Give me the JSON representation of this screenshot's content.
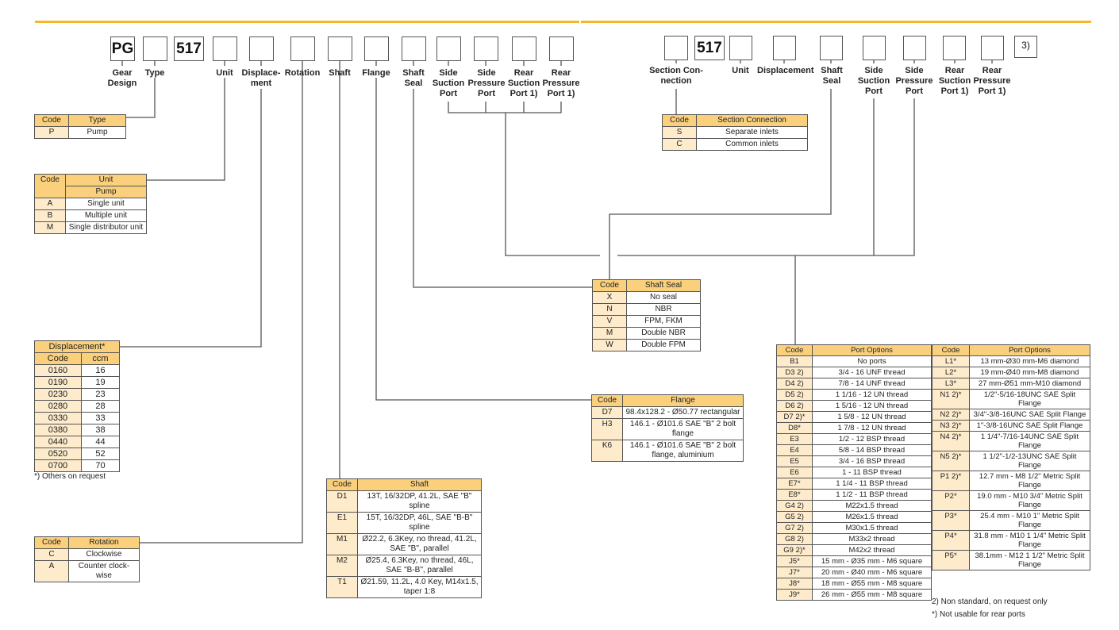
{
  "left_code": {
    "boxes": [
      "PG",
      "",
      "517",
      "",
      "",
      "",
      "",
      "",
      "",
      "",
      "",
      "",
      ""
    ],
    "labels": [
      {
        "id": "gear-design",
        "text": "Gear\nDesign"
      },
      {
        "id": "type",
        "text": "Type"
      },
      {
        "id": "unit",
        "text": "Unit"
      },
      {
        "id": "displacement",
        "text": "Displace-\nment"
      },
      {
        "id": "rotation",
        "text": "Rotation"
      },
      {
        "id": "shaft",
        "text": "Shaft"
      },
      {
        "id": "flange",
        "text": "Flange"
      },
      {
        "id": "shaft-seal",
        "text": "Shaft\nSeal"
      },
      {
        "id": "side-suction-port",
        "text": "Side\nSuction\nPort"
      },
      {
        "id": "side-pressure-port",
        "text": "Side\nPressure\nPort"
      },
      {
        "id": "rear-suction-port",
        "text": "Rear\nSuction\nPort 1)"
      },
      {
        "id": "rear-pressure-port",
        "text": "Rear\nPressure\nPort 1)"
      }
    ]
  },
  "right_code": {
    "boxes": [
      "",
      "517",
      "",
      "",
      "",
      "",
      "",
      "",
      "",
      "3)"
    ],
    "labels": [
      {
        "id": "section-connection",
        "text": "Section Con-\nnection"
      },
      {
        "id": "unit",
        "text": "Unit"
      },
      {
        "id": "displacement",
        "text": "Displacement"
      },
      {
        "id": "shaft-seal",
        "text": "Shaft\nSeal"
      },
      {
        "id": "side-suction-port",
        "text": "Side\nSuction\nPort"
      },
      {
        "id": "side-pressure-port",
        "text": "Side\nPressure\nPort"
      },
      {
        "id": "rear-suction-port",
        "text": "Rear\nSuction\nPort 1)"
      },
      {
        "id": "rear-pressure-port",
        "text": "Rear\nPressure\nPort 1)"
      }
    ]
  },
  "tables": {
    "type": {
      "headers": [
        "Code",
        "Type"
      ],
      "rows": [
        [
          "P",
          "Pump"
        ]
      ]
    },
    "unit": {
      "headers": [
        "Code",
        "Unit"
      ],
      "subheader": "Pump",
      "rows": [
        [
          "A",
          "Single unit"
        ],
        [
          "B",
          "Multiple unit"
        ],
        [
          "M",
          "Single distributor unit"
        ]
      ]
    },
    "displacement": {
      "title": "Displacement*",
      "headers": [
        "Code",
        "ccm"
      ],
      "rows": [
        [
          "0160",
          "16"
        ],
        [
          "0190",
          "19"
        ],
        [
          "0230",
          "23"
        ],
        [
          "0280",
          "28"
        ],
        [
          "0330",
          "33"
        ],
        [
          "0380",
          "38"
        ],
        [
          "0440",
          "44"
        ],
        [
          "0520",
          "52"
        ],
        [
          "0700",
          "70"
        ]
      ],
      "note": "*) Others on request"
    },
    "rotation": {
      "headers": [
        "Code",
        "Rotation"
      ],
      "rows": [
        [
          "C",
          "Clockwise"
        ],
        [
          "A",
          "Counter clock-wise"
        ]
      ]
    },
    "shaft": {
      "headers": [
        "Code",
        "Shaft"
      ],
      "rows": [
        [
          "D1",
          "13T, 16/32DP, 41.2L, SAE \"B\" spline"
        ],
        [
          "E1",
          "15T, 16/32DP, 46L, SAE \"B-B\" spline"
        ],
        [
          "M1",
          "Ø22.2, 6.3Key, no thread, 41.2L, SAE \"B\", parallel"
        ],
        [
          "M2",
          "Ø25.4, 6.3Key, no thread, 46L, SAE \"B-B\", parallel"
        ],
        [
          "T1",
          "Ø21.59, 11.2L, 4.0 Key, M14x1.5, taper 1:8"
        ]
      ]
    },
    "shaft_seal": {
      "headers": [
        "Code",
        "Shaft Seal"
      ],
      "rows": [
        [
          "X",
          "No seal"
        ],
        [
          "N",
          "NBR"
        ],
        [
          "V",
          "FPM, FKM"
        ],
        [
          "M",
          "Double NBR"
        ],
        [
          "W",
          "Double FPM"
        ]
      ]
    },
    "flange": {
      "headers": [
        "Code",
        "Flange"
      ],
      "rows": [
        [
          "D7",
          "98.4x128.2 - Ø50.77 rectangular"
        ],
        [
          "H3",
          "146.1 - Ø101.6 SAE \"B\" 2 bolt flange"
        ],
        [
          "K6",
          "146.1 - Ø101.6 SAE \"B\" 2 bolt flange, aluminium"
        ]
      ]
    },
    "section_connection": {
      "headers": [
        "Code",
        "Section Connection"
      ],
      "rows": [
        [
          "S",
          "Separate inlets"
        ],
        [
          "C",
          "Common inlets"
        ]
      ]
    },
    "port_options_1": {
      "headers": [
        "Code",
        "Port Options"
      ],
      "rows": [
        [
          "B1",
          "No ports"
        ],
        [
          "D3 2)",
          "3/4 - 16 UNF thread"
        ],
        [
          "D4 2)",
          "7/8 - 14 UNF thread"
        ],
        [
          "D5 2)",
          "1 1/16 - 12 UN thread"
        ],
        [
          "D6 2)",
          "1 5/16 - 12 UN thread"
        ],
        [
          "D7 2)*",
          "1 5/8 - 12 UN thread"
        ],
        [
          "D8*",
          "1 7/8 - 12 UN thread"
        ],
        [
          "E3",
          "1/2 - 12 BSP thread"
        ],
        [
          "E4",
          "5/8 - 14 BSP thread"
        ],
        [
          "E5",
          "3/4 - 16 BSP thread"
        ],
        [
          "E6",
          "1 - 11 BSP thread"
        ],
        [
          "E7*",
          "1 1/4 - 11 BSP thread"
        ],
        [
          "E8*",
          "1 1/2 - 11 BSP thread"
        ],
        [
          "G4 2)",
          "M22x1.5 thread"
        ],
        [
          "G5 2)",
          "M26x1.5 thread"
        ],
        [
          "G7 2)",
          "M30x1.5 thread"
        ],
        [
          "G8 2)",
          "M33x2 thread"
        ],
        [
          "G9 2)*",
          "M42x2 thread"
        ],
        [
          "J5*",
          "15 mm - Ø35 mm - M6 square"
        ],
        [
          "J7*",
          "20 mm - Ø40 mm - M6 square"
        ],
        [
          "J8*",
          "18 mm - Ø55 mm - M8 square"
        ],
        [
          "J9*",
          "26 mm - Ø55 mm - M8 square"
        ]
      ]
    },
    "port_options_2": {
      "headers": [
        "Code",
        "Port Options"
      ],
      "rows": [
        [
          "L1*",
          "13 mm-Ø30 mm-M6 diamond"
        ],
        [
          "L2*",
          "19 mm-Ø40 mm-M8 diamond"
        ],
        [
          "L3*",
          "27 mm-Ø51 mm-M10 diamond"
        ],
        [
          "N1 2)*",
          "1/2\"-5/16-18UNC SAE Split Flange"
        ],
        [
          "N2 2)*",
          "3/4\"-3/8-16UNC SAE Split Flange"
        ],
        [
          "N3 2)*",
          "1\"-3/8-16UNC SAE Split Flange"
        ],
        [
          "N4 2)*",
          "1 1/4\"-7/16-14UNC SAE Split Flange"
        ],
        [
          "N5 2)*",
          "1 1/2\"-1/2-13UNC SAE Split Flange"
        ],
        [
          "P1 2)*",
          "12.7 mm - M8 1/2\" Metric Split Flange"
        ],
        [
          "P2*",
          "19.0 mm - M10 3/4\" Metric Split Flange"
        ],
        [
          "P3*",
          "25.4 mm - M10 1\" Metric Split Flange"
        ],
        [
          "P4*",
          "31.8 mm - M10 1 1/4\" Metric Split Flange"
        ],
        [
          "P5*",
          "38.1mm - M12 1 1/2\" Metric Split Flange"
        ]
      ]
    },
    "port_notes": [
      "2)  Non standard, on request only",
      "*)  Not usable for rear ports"
    ]
  },
  "colors": {
    "rule": "#F5B82A",
    "header": "#FAD07D",
    "code_cell": "#FDEBCB"
  }
}
